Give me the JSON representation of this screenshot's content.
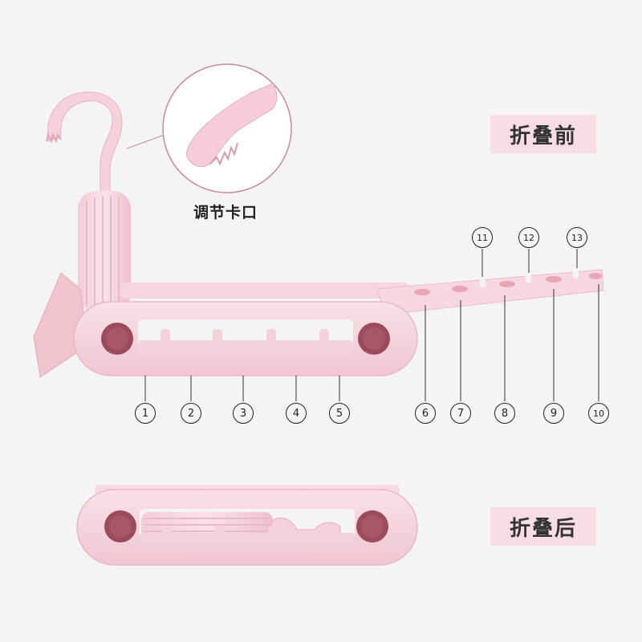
{
  "labels": {
    "before_fold": "折叠前",
    "after_fold": "折叠后",
    "callout": "调节卡口"
  },
  "markers": {
    "bottom": [
      "1",
      "2",
      "3",
      "4",
      "5",
      "6",
      "7",
      "8",
      "9",
      "10"
    ],
    "top": [
      "11",
      "12",
      "13"
    ]
  },
  "colors": {
    "background": "#f4f4f4",
    "hanger_pink": "#f6d3dc",
    "hanger_dark": "#e8b7c4",
    "knob": "#9c4a5e",
    "label_box": "#f7dde4"
  }
}
